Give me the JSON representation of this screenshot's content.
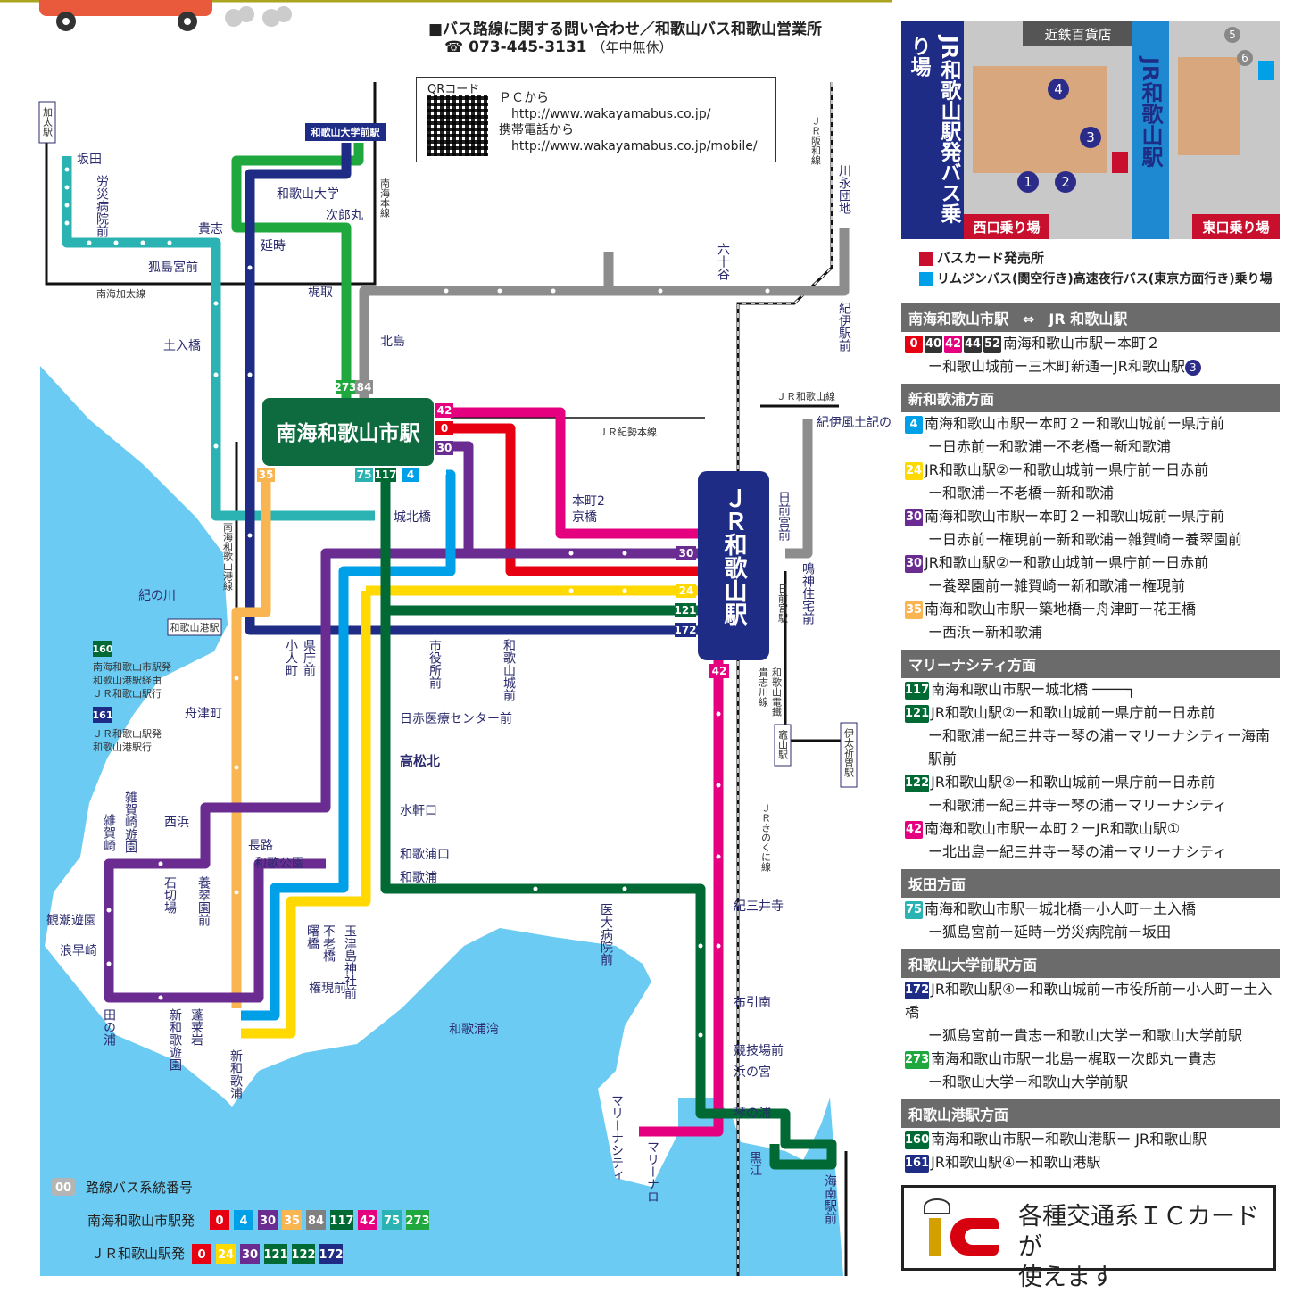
{
  "inquiry": {
    "title": "■バス路線に関する問い合わせ／和歌山バス和歌山営業所",
    "phone": "073-445-3131",
    "phone_note": "（年中無休）"
  },
  "qr": {
    "label": "QRコード",
    "pc_label": "ＰＣから",
    "pc_url": "http://www.wakayamabus.co.jp/",
    "mobile_label": "携帯電話から",
    "mobile_url": "http://www.wakayamabus.co.jp/mobile/"
  },
  "station_map": {
    "title": "JR和歌山駅発バス乗り場",
    "kintetsu": "近鉄百貨店",
    "jr": "JR和歌山駅",
    "west": "西口乗り場",
    "east": "東口乗り場",
    "stops": [
      "1",
      "2",
      "3",
      "4",
      "5",
      "6"
    ],
    "legend_card": "バスカード発売所",
    "legend_limo": "リムジンバス(関空行き)高速夜行バス(東京方面行き)乗り場",
    "card_color": "#c8102e",
    "limo_color": "#00a0e9"
  },
  "colors": {
    "r0": "#e60012",
    "r4": "#00a0e9",
    "r24": "#ffd900",
    "r30": "#6a2c91",
    "r35": "#f8b551",
    "r40": "#333333",
    "r42": "#e4007f",
    "r44": "#333333",
    "r52": "#333333",
    "r75": "#2bb3b3",
    "r84": "#808080",
    "r117": "#006934",
    "r121": "#006934",
    "r122": "#006934",
    "r160": "#006934",
    "r161": "#1f2c86",
    "r172": "#1f2c86",
    "r273": "#1fa83d",
    "sea": "#6ccbf2",
    "hub": "#0e6b3f",
    "jr": "#1f2c86"
  },
  "legend": {
    "sections": [
      {
        "title": "南海和歌山市駅　⇔　JR 和歌山駅",
        "routes": [
          {
            "nums": [
              "0",
              "40",
              "42",
              "44",
              "52"
            ],
            "lines": [
              "南海和歌山市駅ー本町２",
              "ー和歌山城前ー三木町新通ーJR和歌山駅"
            ],
            "stop": "3"
          }
        ]
      },
      {
        "title": "新和歌浦方面",
        "routes": [
          {
            "nums": [
              "4"
            ],
            "lines": [
              "南海和歌山市駅ー本町２ー和歌山城前ー県庁前",
              "ー日赤前ー和歌浦ー不老橋ー新和歌浦"
            ]
          },
          {
            "nums": [
              "24"
            ],
            "lines": [
              "JR和歌山駅②ー和歌山城前ー県庁前ー日赤前",
              "ー和歌浦ー不老橋ー新和歌浦"
            ]
          },
          {
            "nums": [
              "30"
            ],
            "lines": [
              "南海和歌山市駅ー本町２ー和歌山城前ー県庁前",
              "ー日赤前ー権現前ー新和歌浦ー雑賀崎ー養翠園前"
            ]
          },
          {
            "nums": [
              "30"
            ],
            "lines": [
              "JR和歌山駅②ー和歌山城前ー県庁前ー日赤前",
              "ー養翠園前ー雑賀崎ー新和歌浦ー権現前"
            ]
          },
          {
            "nums": [
              "35"
            ],
            "lines": [
              "南海和歌山市駅ー築地橋ー舟津町ー花王橋",
              "ー西浜ー新和歌浦"
            ]
          }
        ]
      },
      {
        "title": "マリーナシティ方面",
        "routes": [
          {
            "nums": [
              "117"
            ],
            "lines": [
              "南海和歌山市駅ー城北橋 ────┐"
            ]
          },
          {
            "nums": [
              "121"
            ],
            "lines": [
              "JR和歌山駅②ー和歌山城前ー県庁前ー日赤前",
              "ー和歌浦ー紀三井寺ー琴の浦ーマリーナシティー海南駅前"
            ]
          },
          {
            "nums": [
              "122"
            ],
            "lines": [
              "JR和歌山駅②ー和歌山城前ー県庁前ー日赤前",
              "ー和歌浦ー紀三井寺ー琴の浦ーマリーナシティ"
            ]
          },
          {
            "nums": [
              "42"
            ],
            "lines": [
              "南海和歌山市駅ー本町２ーJR和歌山駅①",
              "ー北出島ー紀三井寺ー琴の浦ーマリーナシティ"
            ]
          }
        ]
      },
      {
        "title": "坂田方面",
        "routes": [
          {
            "nums": [
              "75"
            ],
            "lines": [
              "南海和歌山市駅ー城北橋ー小人町ー土入橋",
              "ー狐島宮前ー延時ー労災病院前ー坂田"
            ]
          }
        ]
      },
      {
        "title": "和歌山大学前駅方面",
        "routes": [
          {
            "nums": [
              "172"
            ],
            "lines": [
              "JR和歌山駅④ー和歌山城前ー市役所前ー小人町ー土入橋",
              "ー狐島宮前ー貴志ー和歌山大学ー和歌山大学前駅"
            ]
          },
          {
            "nums": [
              "273"
            ],
            "lines": [
              "南海和歌山市駅ー北島ー梶取ー次郎丸ー貴志",
              "ー和歌山大学ー和歌山大学前駅"
            ]
          }
        ]
      },
      {
        "title": "和歌山港駅方面",
        "routes": [
          {
            "nums": [
              "160"
            ],
            "lines": [
              "南海和歌山市駅ー和歌山港駅ー JR和歌山駅"
            ]
          },
          {
            "nums": [
              "161"
            ],
            "lines": [
              "JR和歌山駅④ー和歌山港駅"
            ]
          }
        ]
      }
    ]
  },
  "ic": {
    "line1": "各種交通系ＩＣカードが",
    "line2": "使えます"
  },
  "map_key": {
    "badge": "00",
    "title": "路線バス系統番号",
    "nankai_label": "南海和歌山市駅発",
    "nankai_routes": [
      "0",
      "4",
      "30",
      "35",
      "84",
      "117",
      "42",
      "75",
      "273"
    ],
    "jr_label": "ＪＲ和歌山駅発",
    "jr_routes": [
      "0",
      "24",
      "30",
      "121",
      "122",
      "172"
    ]
  },
  "map": {
    "hub_nankai": "南海和歌山市駅",
    "hub_jr": "ＪＲ和歌山駅",
    "route_160": {
      "num": "160",
      "l1": "南海和歌山市駅発",
      "l2": "和歌山港駅経由",
      "l3": "ＪＲ和歌山駅行"
    },
    "route_161": {
      "num": "161",
      "l1": "ＪＲ和歌山駅発",
      "l2": "和歌山港駅行"
    },
    "stations": {
      "kada": "加太駅",
      "wadai": "和歌山大学前駅",
      "port": "和歌山港駅",
      "kishigawa": "貴志川線",
      "kamayama": "竈山駅",
      "itaki": "伊太祈曽駅"
    },
    "railways": {
      "nankai_main": "南海本線",
      "nankai_kada": "南海加太線",
      "nankai_port": "南海和歌山港線",
      "jr_hanwa": "ＪＲ阪和線",
      "jr_kisei": "ＪＲ紀勢本線",
      "jr_wakayama": "ＪＲ和歌山線",
      "jr_kinokuni": "ＪＲきのくに線",
      "wakayama_dentetsu": "和歌山電鐵"
    },
    "water": {
      "kinokawa": "紀の川",
      "bay": "和歌浦湾"
    },
    "stops": {
      "sakata": "坂田",
      "rousai": "労災病院前",
      "kishi": "貴志",
      "kitsune": "狐島宮前",
      "nobutoki": "延時",
      "wadaigaku": "和歌山大学",
      "jirou": "次郎丸",
      "kajitori": "梶取",
      "kitajima": "北島",
      "doiri": "土入橋",
      "johoku": "城北橋",
      "honmachi": "本町2",
      "kyobashi": "京橋",
      "kojin": "小人町",
      "kencho": "県庁前",
      "shiyakusho": "市役所前",
      "wjo": "和歌山城前",
      "funatsu": "舟津町",
      "nisseki": "日赤医療センター前",
      "takamatsu": "高松北",
      "mizunoki": "水軒口",
      "wakaurakuchi": "和歌浦口",
      "wakaura": "和歌浦",
      "nishihama": "西浜",
      "nagao": "長路",
      "wakakoen": "和歌公園",
      "saika": "雑賀崎",
      "saikayuen": "雑賀崎遊園",
      "ishikiri": "石切場",
      "yosui": "養翠園前",
      "kancho": "観潮遊園",
      "naniwa": "浪早崎",
      "taura": "田の浦",
      "shinwakayuen": "新和歌遊園",
      "horai": "蓬莱岩",
      "shinwaka": "新和歌浦",
      "gongen": "権現前",
      "akebono": "曙橋",
      "furo": "不老橋",
      "tamatsu": "玉津島神社前",
      "idai": "医大病院前",
      "kimii": "紀三井寺",
      "nunobiki": "布引南",
      "kyogijo": "競技場前",
      "hamanomiya": "浜の宮",
      "kotonoura": "琴の浦",
      "marina": "マリーナシティ",
      "marinaro": "マリーナロ",
      "kuroe": "黒江",
      "kainan": "海南駅前",
      "kawanaga": "川永団地",
      "mutaya": "六十谷",
      "kiieki": "紀伊駅前",
      "kiifudoki": "紀伊風土記の丘",
      "hinomiya": "日前宮前",
      "hinomiya2": "日前宮駅",
      "narukami": "鳴神住宅前"
    }
  }
}
